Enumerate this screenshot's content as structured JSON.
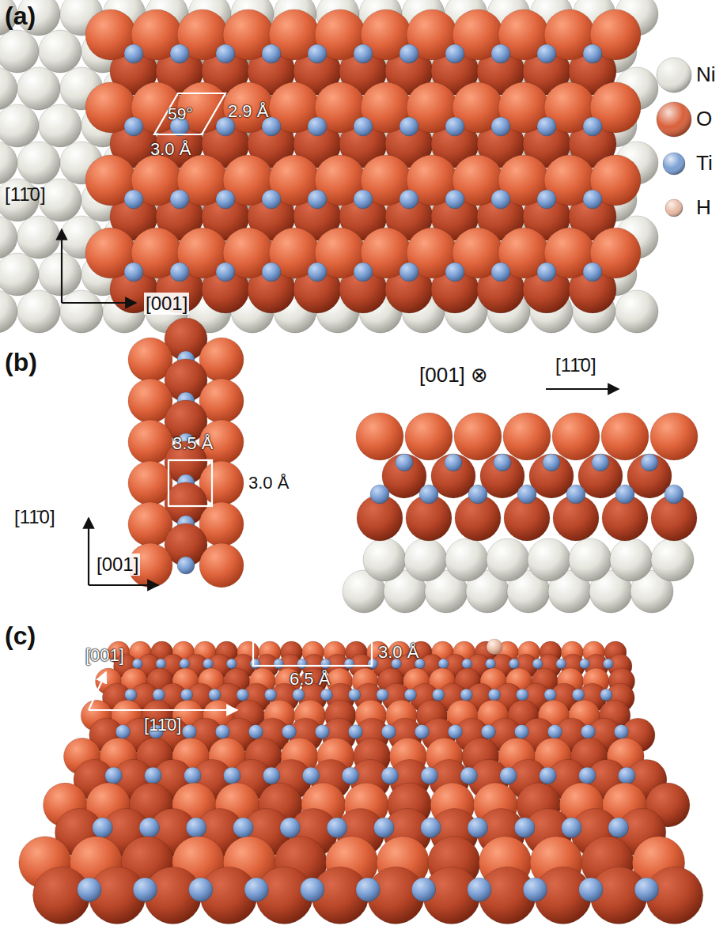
{
  "diagram": {
    "labels": [
      "(a)",
      "59°",
      "2.9 Å",
      "3.0 Å",
      "[11̄0]",
      "[001]",
      "(b)",
      "3.5 Å",
      "3.0 Å",
      "[11̄0]",
      "[001]",
      "[001] ⊗",
      "[11̄0]",
      "(c)",
      "3.0 Å",
      "6.5 Å",
      "[001]",
      "[11̄0]"
    ],
    "legend": [
      {
        "text": "Ni",
        "color": "#e4e4dc"
      },
      {
        "text": "O",
        "color": "#d9603a"
      },
      {
        "text": "Ti",
        "color": "#7b9fd4"
      },
      {
        "text": "H",
        "color": "#e9bca5"
      }
    ]
  }
}
